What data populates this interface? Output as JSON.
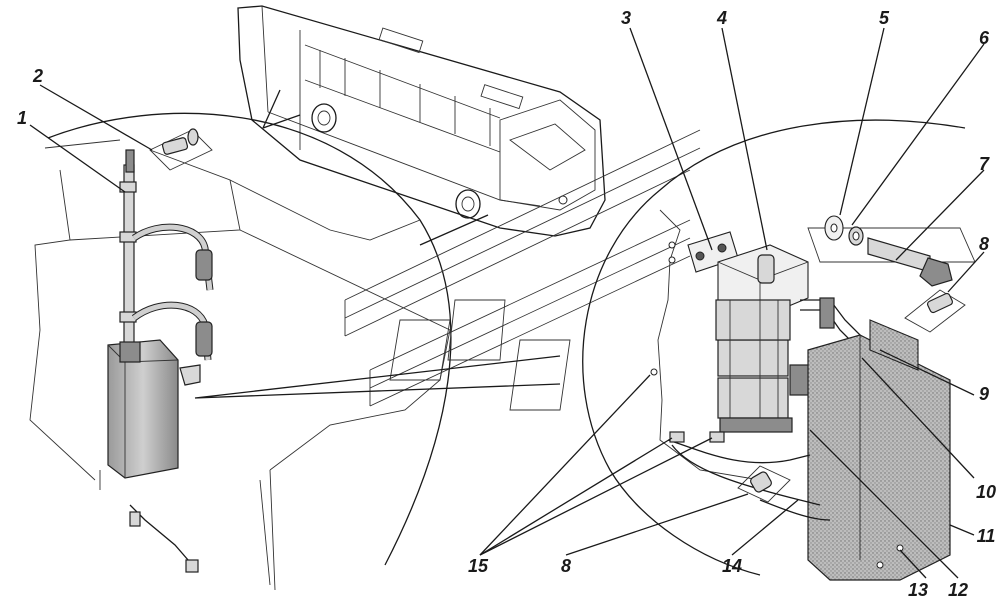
{
  "diagram": {
    "callouts": [
      {
        "id": "1",
        "label": "1"
      },
      {
        "id": "2",
        "label": "2"
      },
      {
        "id": "3",
        "label": "3"
      },
      {
        "id": "4",
        "label": "4"
      },
      {
        "id": "5",
        "label": "5"
      },
      {
        "id": "6",
        "label": "6"
      },
      {
        "id": "7",
        "label": "7"
      },
      {
        "id": "8a",
        "label": "8"
      },
      {
        "id": "9",
        "label": "9"
      },
      {
        "id": "10",
        "label": "10"
      },
      {
        "id": "11",
        "label": "11"
      },
      {
        "id": "12",
        "label": "12"
      },
      {
        "id": "13",
        "label": "13"
      },
      {
        "id": "14",
        "label": "14"
      },
      {
        "id": "15",
        "label": "15"
      },
      {
        "id": "8b",
        "label": "8"
      }
    ]
  }
}
